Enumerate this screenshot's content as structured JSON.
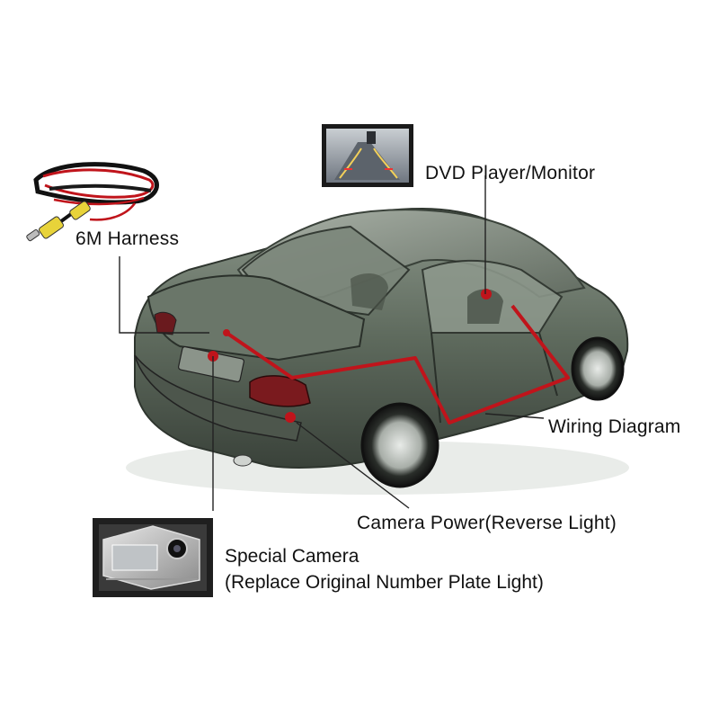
{
  "labels": {
    "harness": "6M Harness",
    "monitor": "DVD Player/Monitor",
    "wiring": "Wiring Diagram",
    "power": "Camera Power(Reverse Light)",
    "camera_line1": "Special Camera",
    "camera_line2": "(Replace Original Number Plate Light)"
  },
  "colors": {
    "wire": "#c0141b",
    "leader": "#222222",
    "car_body": "#5f6b5e",
    "background": "#ffffff"
  }
}
